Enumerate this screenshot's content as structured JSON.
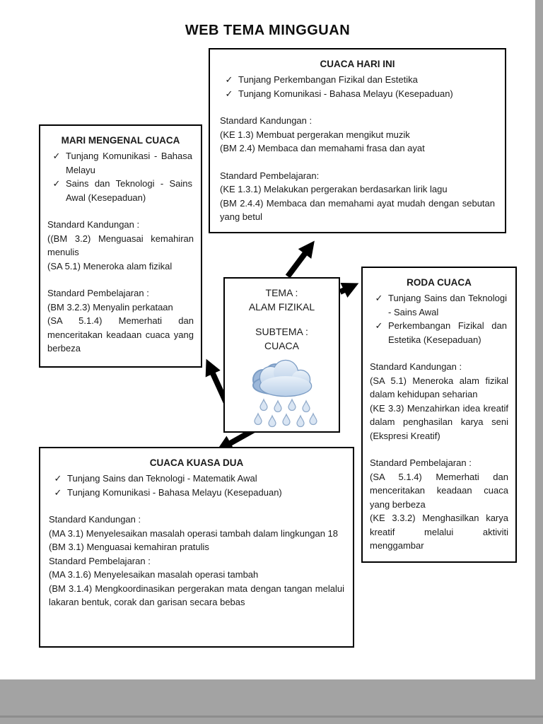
{
  "title": "WEB TEMA MINGGUAN",
  "check_glyph": "✓",
  "center": {
    "tema_label": "TEMA :",
    "tema_value": "ALAM FIZIKAL",
    "subtema_label": "SUBTEMA :",
    "subtema_value": "CUACA",
    "icon": "rain-cloud-icon"
  },
  "boxes": {
    "top": {
      "title": "CUACA HARI INI",
      "checks": [
        "Tunjang Perkembangan Fizikal dan Estetika",
        "Tunjang Komunikasi - Bahasa Melayu (Kesepaduan)"
      ],
      "kandungan_heading": "Standard Kandungan :",
      "kandungan": [
        "(KE 1.3) Membuat pergerakan mengikut muzik",
        "(BM 2.4) Membaca dan memahami frasa dan ayat"
      ],
      "pembelajaran_heading": "Standard Pembelajaran:",
      "pembelajaran": [
        "(KE 1.3.1) Melakukan pergerakan berdasarkan lirik lagu",
        "(BM 2.4.4) Membaca dan memahami ayat mudah dengan sebutan yang betul"
      ]
    },
    "left": {
      "title": "MARI MENGENAL CUACA",
      "checks": [
        "Tunjang Komunikasi - Bahasa Melayu",
        "Sains dan Teknologi - Sains Awal (Kesepaduan)"
      ],
      "kandungan_heading": "Standard Kandungan :",
      "kandungan": [
        "((BM 3.2) Menguasai kemahiran menulis",
        "(SA 5.1) Meneroka alam fizikal"
      ],
      "pembelajaran_heading": "Standard Pembelajaran :",
      "pembelajaran": [
        "(BM 3.2.3) Menyalin perkataan",
        "(SA 5.1.4) Memerhati dan menceritakan keadaan cuaca yang berbeza"
      ]
    },
    "right": {
      "title": "RODA CUACA",
      "checks": [
        "Tunjang Sains dan Teknologi - Sains Awal",
        "Perkembangan Fizikal dan Estetika (Kesepaduan)"
      ],
      "kandungan_heading": "Standard Kandungan :",
      "kandungan": [
        "(SA 5.1) Meneroka alam fizikal dalam kehidupan seharian",
        "(KE 3.3) Menzahirkan idea kreatif dalam penghasilan karya seni (Ekspresi Kreatif)"
      ],
      "pembelajaran_heading": "Standard Pembelajaran :",
      "pembelajaran": [
        "(SA 5.1.4) Memerhati dan menceritakan keadaan cuaca yang berbeza",
        "(KE 3.3.2) Menghasilkan karya kreatif melalui aktiviti menggambar"
      ]
    },
    "bottom": {
      "title": "CUACA KUASA DUA",
      "checks": [
        "Tunjang Sains dan Teknologi - Matematik Awal",
        "Tunjang Komunikasi - Bahasa Melayu (Kesepaduan)"
      ],
      "kandungan_heading": "Standard Kandungan :",
      "kandungan": [
        "(MA 3.1) Menyelesaikan masalah operasi tambah dalam lingkungan 18",
        "(BM 3.1) Menguasai kemahiran pratulis"
      ],
      "pembelajaran_heading": "Standard Pembelajaran :",
      "pembelajaran": [
        "(MA 3.1.6) Menyelesaikan masalah operasi tambah",
        "(BM 3.1.4) Mengkoordinasikan pergerakan mata dengan tangan melalui lakaran bentuk, corak dan garisan secara bebas"
      ]
    }
  }
}
